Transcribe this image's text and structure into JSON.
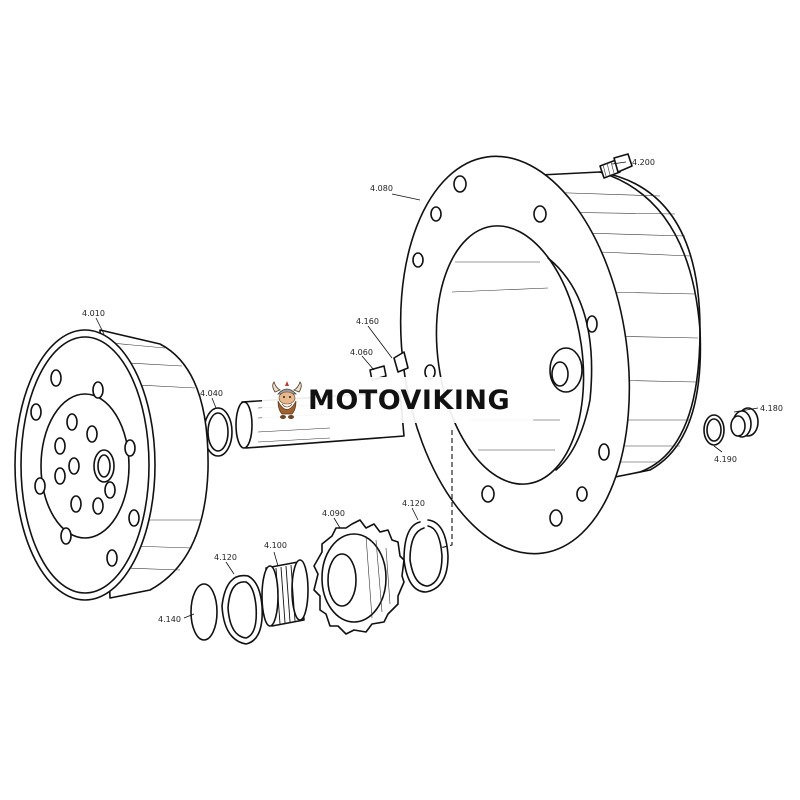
{
  "diagram": {
    "parts": [
      {
        "id": "planet-carrier",
        "label": "4.010"
      },
      {
        "id": "snap-ring-left",
        "label": "4.040"
      },
      {
        "id": "housing",
        "label": "4.080"
      },
      {
        "id": "planet-gear",
        "label": "4.090"
      },
      {
        "id": "needle-bearing",
        "label": "4.100"
      },
      {
        "id": "retaining-ring-a",
        "label": "4.120"
      },
      {
        "id": "retaining-ring-b",
        "label": "4.120"
      },
      {
        "id": "spacer-ring",
        "label": "4.140"
      },
      {
        "id": "dowel",
        "label": "4.060"
      },
      {
        "id": "pin",
        "label": "4.160"
      },
      {
        "id": "plug",
        "label": "4.180"
      },
      {
        "id": "o-ring",
        "label": "4.190"
      },
      {
        "id": "bolt",
        "label": "4.200"
      }
    ]
  },
  "watermark": {
    "brand_text": "MOTOVIKING",
    "logo_icon": "viking-mascot-icon"
  }
}
